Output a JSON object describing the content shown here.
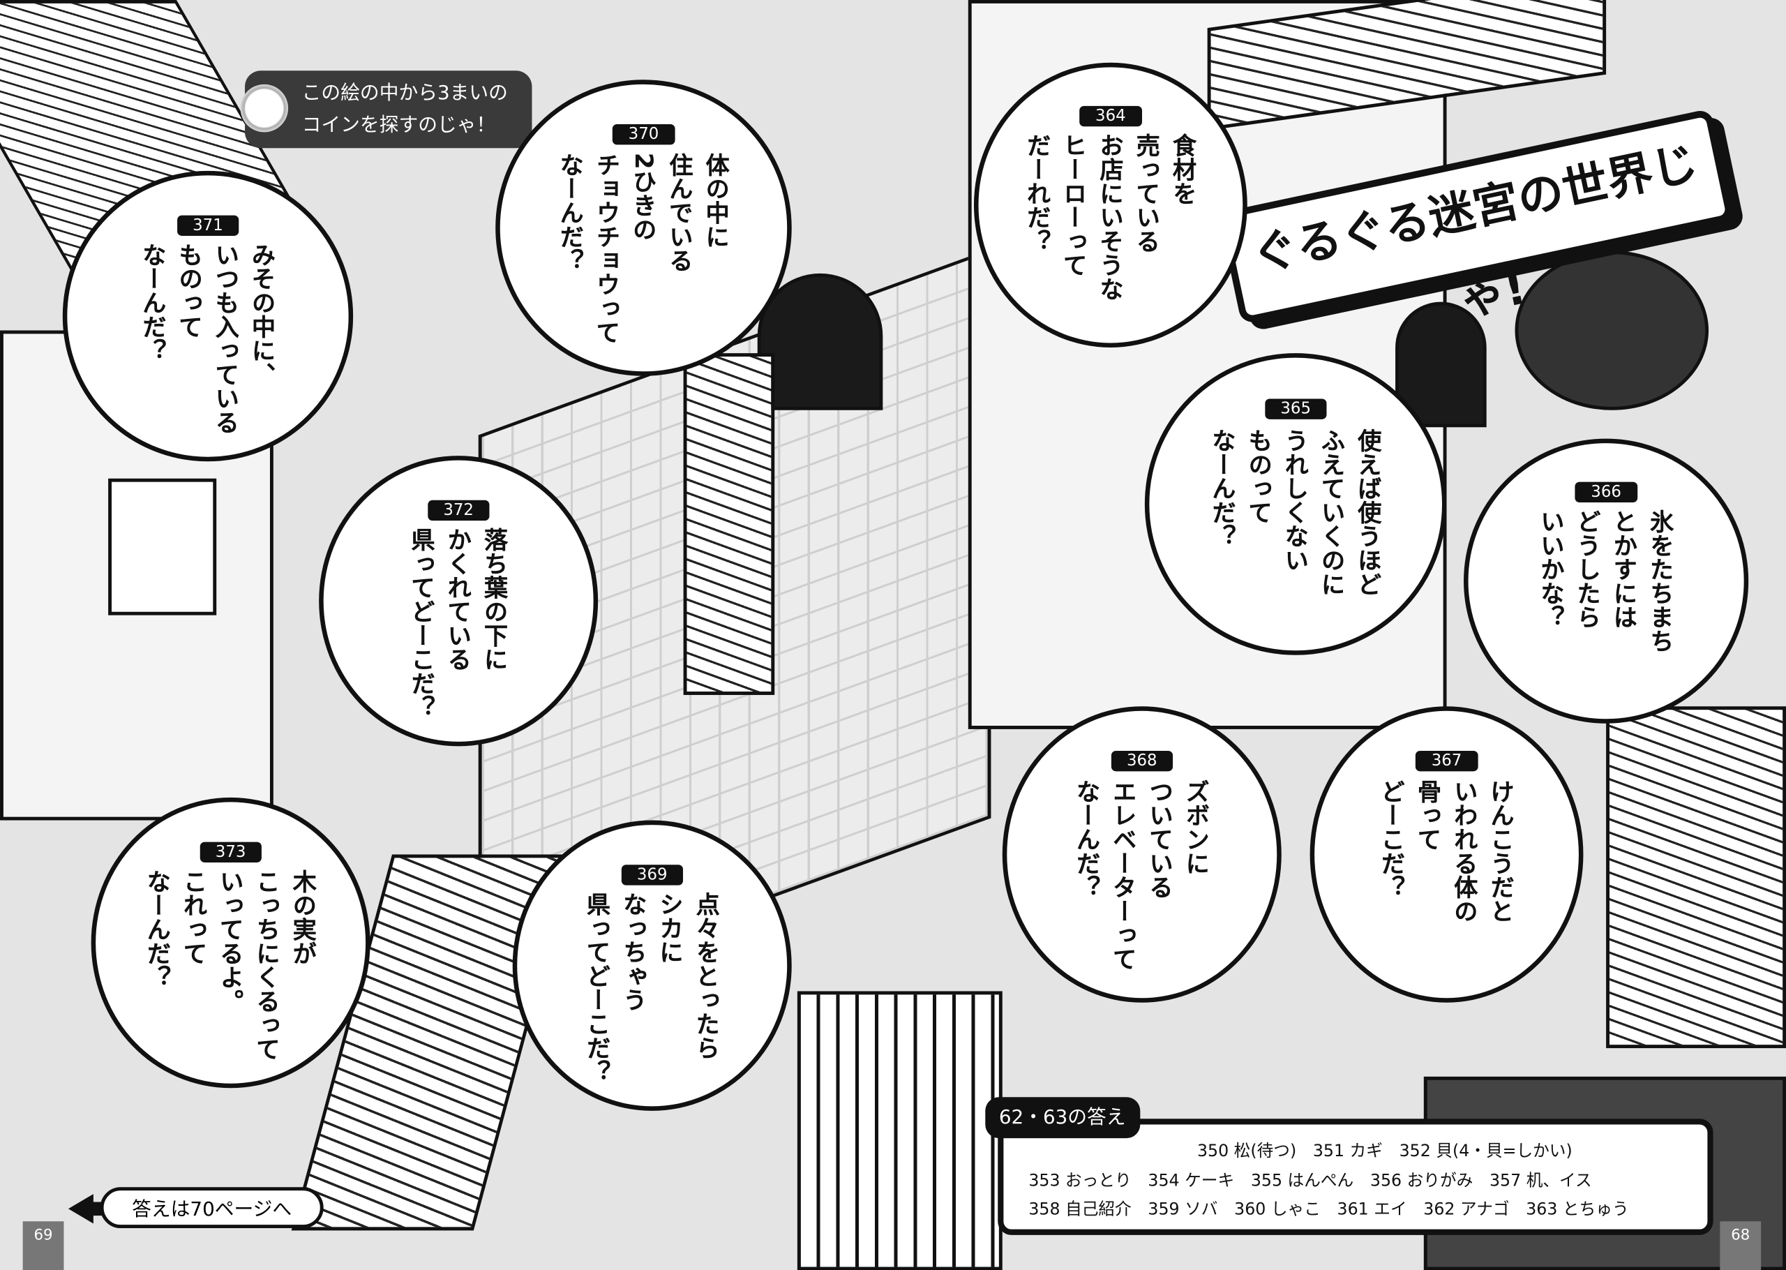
{
  "coin_note": {
    "line1": "この絵の中から3まいの",
    "line2": "コインを探すのじゃ！"
  },
  "banner": "ぐるぐる迷宮の世界じゃ!",
  "riddles": [
    {
      "id": "371",
      "number": "371",
      "lines": [
        "みその中に、",
        "いつも入っている",
        "ものって",
        "なーんだ？"
      ]
    },
    {
      "id": "370",
      "number": "370",
      "lines": [
        "体の中に",
        "住んでいる",
        "2ひきの",
        "チョウチョウって",
        "なーんだ？"
      ]
    },
    {
      "id": "364",
      "number": "364",
      "lines": [
        "食材を",
        "売っている",
        "お店にいそうな",
        "ヒーローって",
        "だーれだ？"
      ]
    },
    {
      "id": "365",
      "number": "365",
      "lines": [
        "使えば使うほど",
        "ふえていくのに",
        "うれしくない",
        "ものって",
        "なーんだ？"
      ]
    },
    {
      "id": "366",
      "number": "366",
      "lines": [
        "氷をたちまち",
        "とかすには",
        "どうしたら",
        "いいかな？"
      ]
    },
    {
      "id": "372",
      "number": "372",
      "lines": [
        "落ち葉の下に",
        "かくれている",
        "県ってどーこだ？"
      ]
    },
    {
      "id": "368",
      "number": "368",
      "lines": [
        "ズボンに",
        "ついている",
        "エレベーターって",
        "なーんだ？"
      ]
    },
    {
      "id": "367",
      "number": "367",
      "lines": [
        "けんこうだと",
        "いわれる体の",
        "骨って",
        "どーこだ？"
      ]
    },
    {
      "id": "373",
      "number": "373",
      "lines": [
        "木の実が",
        "こっちにくるって",
        "いってるよ。",
        "これって",
        "なーんだ？"
      ]
    },
    {
      "id": "369",
      "number": "369",
      "lines": [
        "点々をとったら",
        "シカに",
        "なっちゃう",
        "県ってどーこだ？"
      ]
    }
  ],
  "answers": {
    "title": "62・63の答え",
    "rows": [
      "350 松(待つ)　351 カギ　352 貝(4・貝=しかい)",
      "353 おっとり　354 ケーキ　355 はんぺん　356 おりがみ　357 机、イス",
      "358 自己紹介　359 ソバ　360 しゃこ　361 エイ　362 アナゴ　363 とちゅう"
    ]
  },
  "goto_answers": "答えは70ページへ",
  "page_left": "69",
  "page_right": "68"
}
